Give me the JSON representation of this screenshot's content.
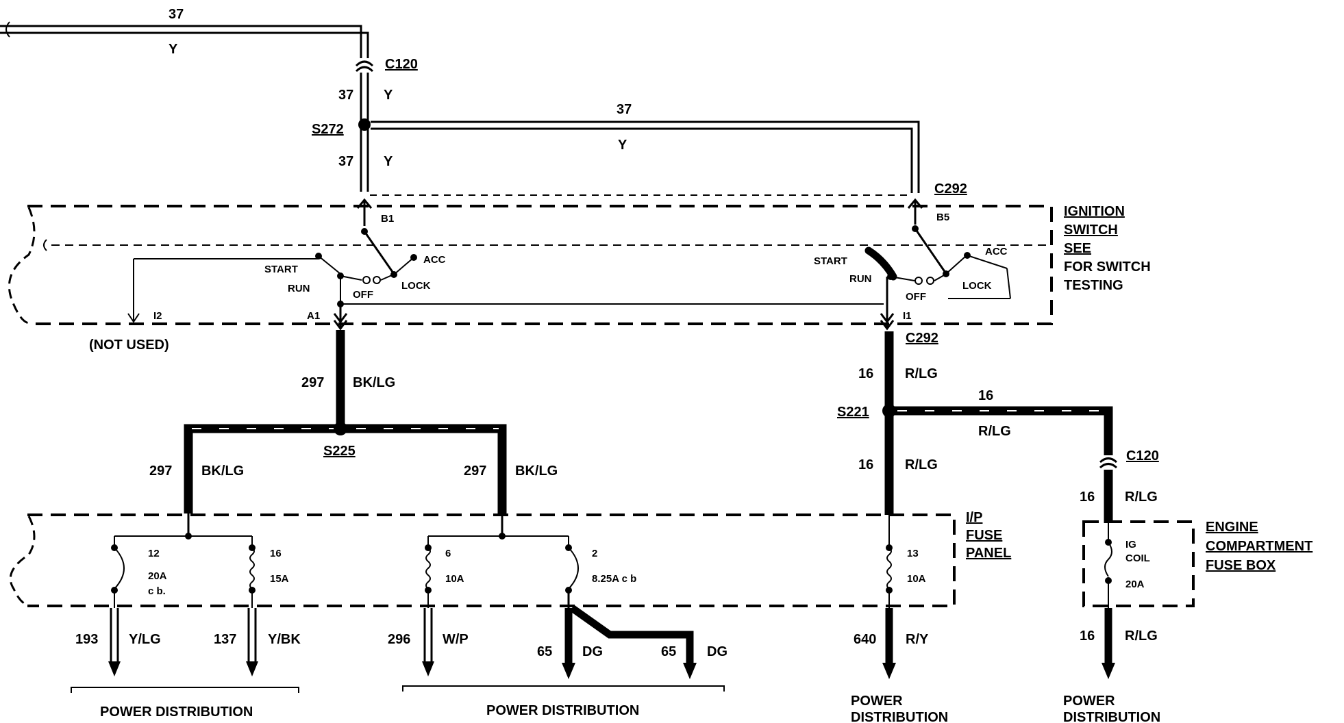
{
  "wires": {
    "top_in": {
      "circuit": "37",
      "color": "Y"
    },
    "c120_below": {
      "circuit": "37",
      "color": "Y"
    },
    "s272_branch": {
      "circuit": "37",
      "color": "Y"
    },
    "s272_below": {
      "circuit": "37",
      "color": "Y"
    },
    "a1_out": {
      "circuit": "297",
      "color": "BK/LG"
    },
    "s225_left": {
      "circuit": "297",
      "color": "BK/LG"
    },
    "s225_right": {
      "circuit": "297",
      "color": "BK/LG"
    },
    "c292_out": {
      "circuit": "16",
      "color": "R/LG"
    },
    "s221_branch": {
      "circuit": "16",
      "color": "R/LG"
    },
    "s221_below": {
      "circuit": "16",
      "color": "R/LG"
    },
    "c120_low": {
      "circuit": "16",
      "color": "R/LG"
    },
    "fuse12_out": {
      "circuit": "193",
      "color": "Y/LG"
    },
    "fuse16_out": {
      "circuit": "137",
      "color": "Y/BK"
    },
    "fuse6_out": {
      "circuit": "296",
      "color": "W/P"
    },
    "fuse2_out_a": {
      "circuit": "65",
      "color": "DG"
    },
    "fuse2_out_b": {
      "circuit": "65",
      "color": "DG"
    },
    "fuse13_out": {
      "circuit": "640",
      "color": "R/Y"
    },
    "igcoil_out": {
      "circuit": "16",
      "color": "R/LG"
    }
  },
  "connectors": {
    "c120_top": "C120",
    "c292_top": "C292",
    "c292_bottom": "C292",
    "c120_bottom": "C120"
  },
  "splices": {
    "s272": "S272",
    "s225": "S225",
    "s221": "S221"
  },
  "switch": {
    "title_1": "IGNITION",
    "title_2": "SWITCH",
    "note_1": "SEE",
    "note_2": "FOR SWITCH",
    "note_3": "TESTING",
    "pins": {
      "b1": "B1",
      "b5": "B5",
      "a1": "A1",
      "i2": "I2",
      "i1": "I1"
    },
    "left": {
      "start": "START",
      "run": "RUN",
      "off": "OFF",
      "lock": "LOCK",
      "acc": "ACC"
    },
    "right": {
      "start": "START",
      "run": "RUN",
      "off": "OFF",
      "lock": "LOCK",
      "acc": "ACC"
    },
    "not_used": "(NOT USED)"
  },
  "ip_fuse_panel": {
    "title_1": "I/P",
    "title_2": "FUSE",
    "title_3": "PANEL",
    "fuses": [
      {
        "num": "12",
        "rating": "20A",
        "type": "c b."
      },
      {
        "num": "16",
        "rating": "15A"
      },
      {
        "num": "6",
        "rating": "10A"
      },
      {
        "num": "2",
        "rating": "8.25A c b"
      },
      {
        "num": "13",
        "rating": "10A"
      }
    ]
  },
  "engine_fuse_box": {
    "title_1": "ENGINE",
    "title_2": "COMPARTMENT",
    "title_3": "FUSE BOX",
    "fuse_name_1": "IG",
    "fuse_name_2": "COIL",
    "rating": "20A"
  },
  "destinations": {
    "pd_left": "POWER DISTRIBUTION",
    "pd_mid": "POWER DISTRIBUTION",
    "pd_right_1": "POWER",
    "pd_right_2": "DISTRIBUTION",
    "pd_far_1": "POWER",
    "pd_far_2": "DISTRIBUTION"
  }
}
